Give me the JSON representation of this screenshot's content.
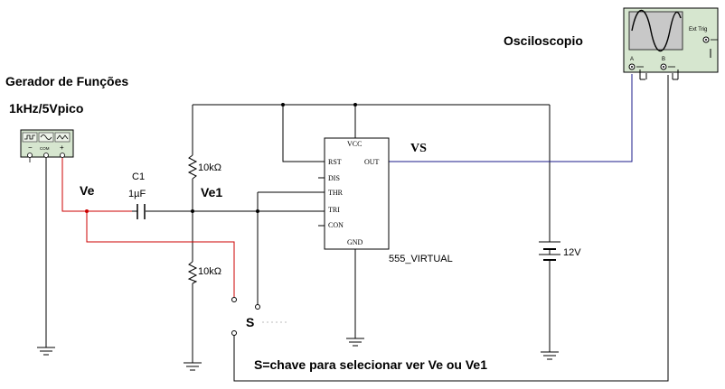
{
  "labels": {
    "oscilloscope_title": "Osciloscopio",
    "generator_title": "Gerador de Funções",
    "generator_spec": "1kHz/5Vpico",
    "gen_minus": "−",
    "gen_com": "COM",
    "gen_plus": "+",
    "c1_name": "C1",
    "c1_value": "1µF",
    "r1_value": "10kΩ",
    "r2_value": "10kΩ",
    "ve": "Ve",
    "ve1": "Ve1",
    "vs": "VS",
    "switch": "S",
    "battery": "12V",
    "ic_name": "555_VIRTUAL",
    "note": "S=chave para selecionar ver Ve  ou Ve1"
  },
  "ic_pins": {
    "vcc": "VCC",
    "rst": "RST",
    "out": "OUT",
    "dis": "DIS",
    "thr": "THR",
    "tri": "TRI",
    "con": "CON",
    "gnd": "GND"
  },
  "oscilloscope": {
    "ext_trig": "Ext Trig",
    "ch_a": "A",
    "ch_b": "B"
  },
  "colors": {
    "wire": "#000000",
    "ve_wire": "#cc0000",
    "vs_wire": "#1a1a8a",
    "instrument_fill": "#d6e6cf",
    "scope_screen": "#c8c8c8"
  }
}
